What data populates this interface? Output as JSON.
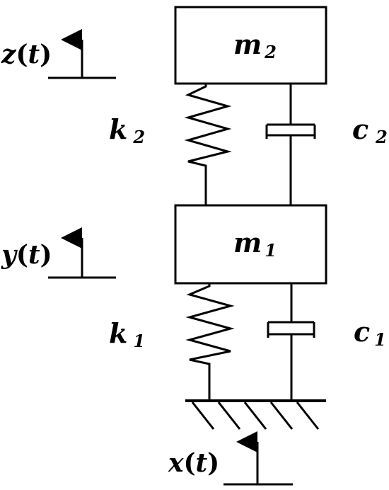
{
  "masses": {
    "upper": {
      "symbol": "m",
      "sub": "2"
    },
    "lower": {
      "symbol": "m",
      "sub": "1"
    }
  },
  "springs": {
    "upper": {
      "symbol": "k",
      "sub": "2"
    },
    "lower": {
      "symbol": "k",
      "sub": "1"
    }
  },
  "dampers": {
    "upper": {
      "symbol": "c",
      "sub": "2"
    },
    "lower": {
      "symbol": "c",
      "sub": "1"
    }
  },
  "displacements": {
    "upper": {
      "var": "z",
      "lp": "(",
      "arg": "t",
      "rp": ")"
    },
    "lower": {
      "var": "y",
      "lp": "(",
      "arg": "t",
      "rp": ")"
    },
    "base": {
      "var": "x",
      "lp": "(",
      "arg": "t",
      "rp": ")"
    }
  }
}
